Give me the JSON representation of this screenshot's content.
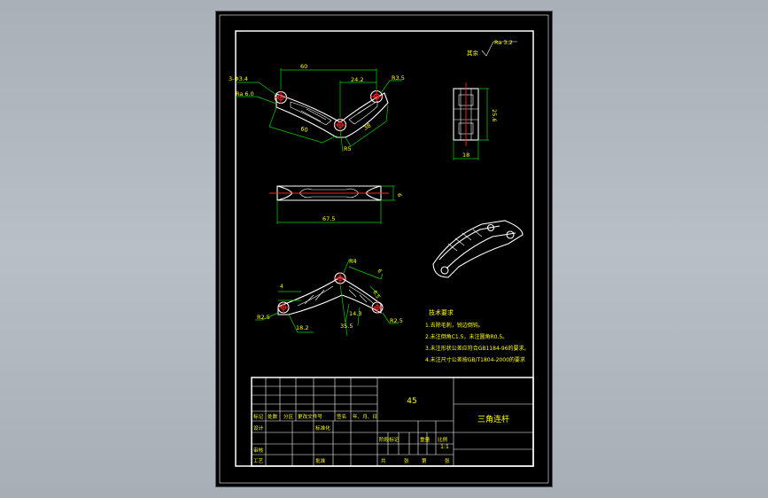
{
  "colors": {
    "background": "#b2b8bf",
    "sheet": "#000000",
    "lines": "#ffffff",
    "dimensions": "#00d000",
    "text": "#ffff00",
    "centerlines": "#ff2020"
  },
  "surface_note": {
    "other": "其余",
    "roughness": "Ra 3.2"
  },
  "front_view": {
    "hole_spec": "3-Φ3.4",
    "roughness": "Ra 6.0",
    "dims": [
      "60",
      "24.2",
      "R3.5",
      "60",
      "38",
      "R5"
    ]
  },
  "side_view": {
    "dims": [
      "25.6",
      "18"
    ]
  },
  "top_view": {
    "dims": [
      "6",
      "67.5"
    ]
  },
  "bottom_view": {
    "dims": [
      "R4",
      "6",
      "4",
      "6.5",
      "R2.5",
      "18.2",
      "14.3",
      "35.5",
      "R2.5"
    ]
  },
  "tech_req": {
    "title": "技术要求",
    "items": [
      "1.去除毛刺，锐边倒钝。",
      "2.未注倒角C1.5，未注圆角R0.5。",
      "3.未注形状公差应符合GB1184-96的要求。",
      "4.未注尺寸公差按GB/T1804-2000的要求"
    ]
  },
  "title_block": {
    "material": "45",
    "part_name": "三角连杆",
    "scale_value": "1:1",
    "head_labels": [
      "标记",
      "处数",
      "分区",
      "更改文件号",
      "签名",
      "年、月、日"
    ],
    "design": "设计",
    "standardize": "标准化",
    "review": "审核",
    "process": "工艺",
    "approve": "批准",
    "stage_mark": "阶段标记",
    "weight": "重量",
    "scale": "比例",
    "sheets": [
      "共",
      "张",
      "第",
      "张"
    ]
  }
}
